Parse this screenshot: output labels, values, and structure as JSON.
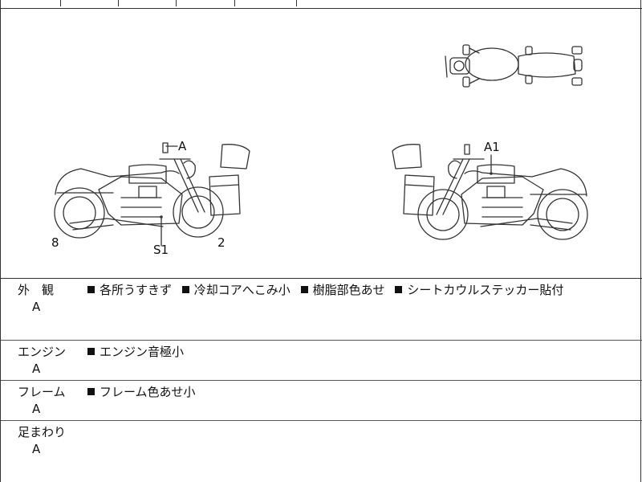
{
  "diagram": {
    "left_bike": {
      "marker_a": "A",
      "marker_s1": "S1",
      "marker_8": "8",
      "marker_2": "2"
    },
    "right_bike": {
      "marker_a1": "A1"
    }
  },
  "sections": [
    {
      "title": "外　観",
      "grade": "A",
      "notes": [
        "各所うすきず",
        "冷却コアへこみ小",
        "樹脂部色あせ",
        "シートカウルステッカー貼付"
      ]
    },
    {
      "title": "エンジン",
      "grade": "A",
      "notes": [
        "エンジン音極小"
      ]
    },
    {
      "title": "フレーム",
      "grade": "A",
      "notes": [
        "フレーム色あせ小"
      ]
    },
    {
      "title": "足まわり",
      "grade": "A",
      "notes": []
    }
  ]
}
